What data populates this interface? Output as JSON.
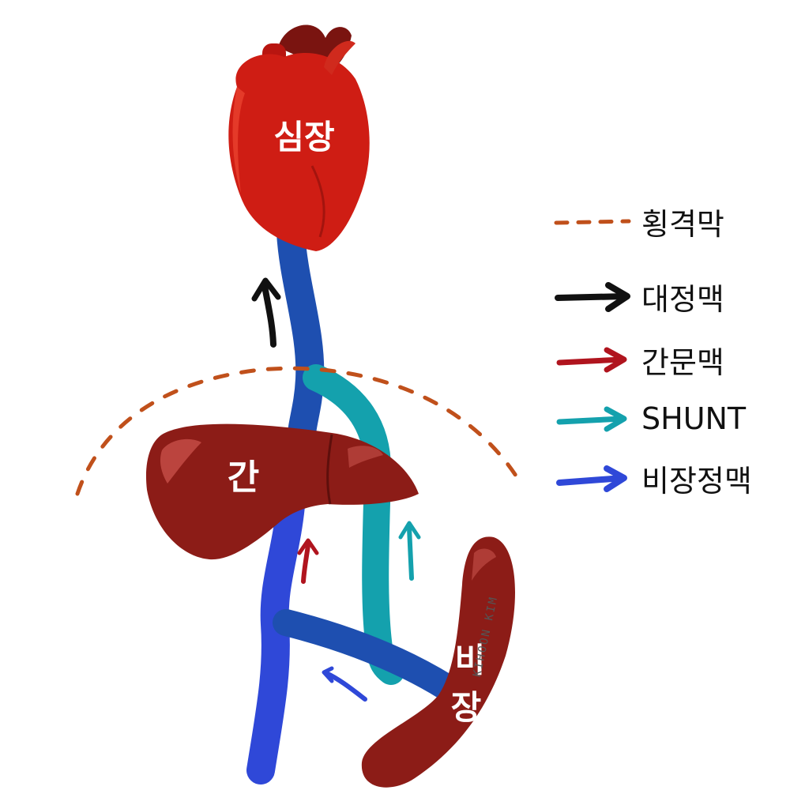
{
  "organs": {
    "heart": "심장",
    "liver": "간",
    "spleen_line1": "비",
    "spleen_line2": "장"
  },
  "legend": [
    {
      "id": "diaphragm",
      "label": "횡격막",
      "color": "#c0501b",
      "style": "dashed"
    },
    {
      "id": "aorta",
      "label": "대정맥",
      "color": "#111111",
      "style": "arrow"
    },
    {
      "id": "portal",
      "label": "간문맥",
      "color": "#b0141e",
      "style": "arrow"
    },
    {
      "id": "shunt",
      "label": "SHUNT",
      "color": "#14a1ad",
      "style": "arrow"
    },
    {
      "id": "splenic",
      "label": "비장정맥",
      "color": "#2f48d8",
      "style": "arrow"
    }
  ],
  "colors": {
    "heart": "#cf1d14",
    "liver": "#8c1c17",
    "spleen": "#8c1c17",
    "vena_cava": "#1e4fb0",
    "splenic_vein": "#2f48d8",
    "shunt": "#14a1ad",
    "diaphragm": "#c0501b"
  },
  "signature": "KIHOON KIM"
}
